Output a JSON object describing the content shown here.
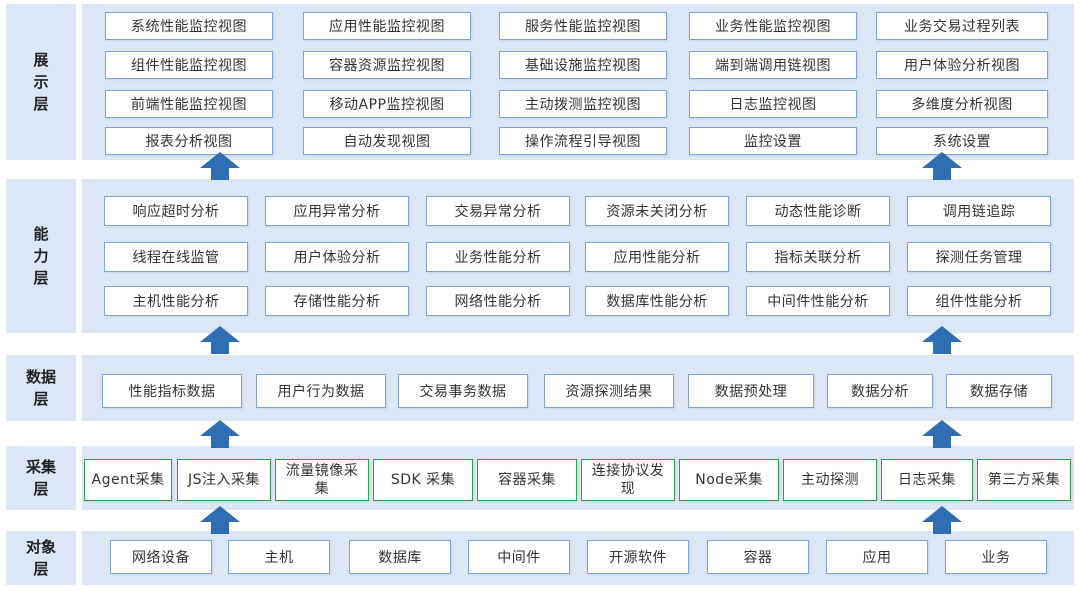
{
  "layers": {
    "display": {
      "label": "展示层",
      "rows": [
        [
          "系统性能监控视图",
          "应用性能监控视图",
          "服务性能监控视图",
          "业务性能监控视图",
          "业务交易过程列表"
        ],
        [
          "组件性能监控视图",
          "容器资源监控视图",
          "基础设施监控视图",
          "端到端调用链视图",
          "用户体验分析视图"
        ],
        [
          "前端性能监控视图",
          "移动APP监控视图",
          "主动拨测监控视图",
          "日志监控视图",
          "多维度分析视图"
        ],
        [
          "报表分析视图",
          "自动发现视图",
          "操作流程引导视图",
          "监控设置",
          "系统设置"
        ]
      ]
    },
    "capability": {
      "label": "能力层",
      "rows": [
        [
          "响应超时分析",
          "应用异常分析",
          "交易异常分析",
          "资源未关闭分析",
          "动态性能诊断",
          "调用链追踪"
        ],
        [
          "线程在线监管",
          "用户体验分析",
          "业务性能分析",
          "应用性能分析",
          "指标关联分析",
          "探测任务管理"
        ],
        [
          "主机性能分析",
          "存储性能分析",
          "网络性能分析",
          "数据库性能分析",
          "中间件性能分析",
          "组件性能分析"
        ]
      ]
    },
    "data": {
      "label": "数据层",
      "items": [
        "性能指标数据",
        "用户行为数据",
        "交易事务数据",
        "资源探测结果",
        "数据预处理",
        "数据分析",
        "数据存储"
      ]
    },
    "collection": {
      "label": "采集层",
      "items": [
        "Agent采集",
        "JS注入采集",
        "流量镜像采集",
        "SDK 采集",
        "容器采集",
        "连接协议发现",
        "Node采集",
        "主动探测",
        "日志采集",
        "第三方采集"
      ]
    },
    "object": {
      "label": "对象层",
      "items": [
        "网络设备",
        "主机",
        "数据库",
        "中间件",
        "开源软件",
        "容器",
        "应用",
        "业务"
      ]
    }
  },
  "colors": {
    "layer_bg": "#dbe7f6",
    "box_border": "#7fa2d8",
    "green_border": "#2e9a4a",
    "arrow": "#2f6eb3"
  }
}
